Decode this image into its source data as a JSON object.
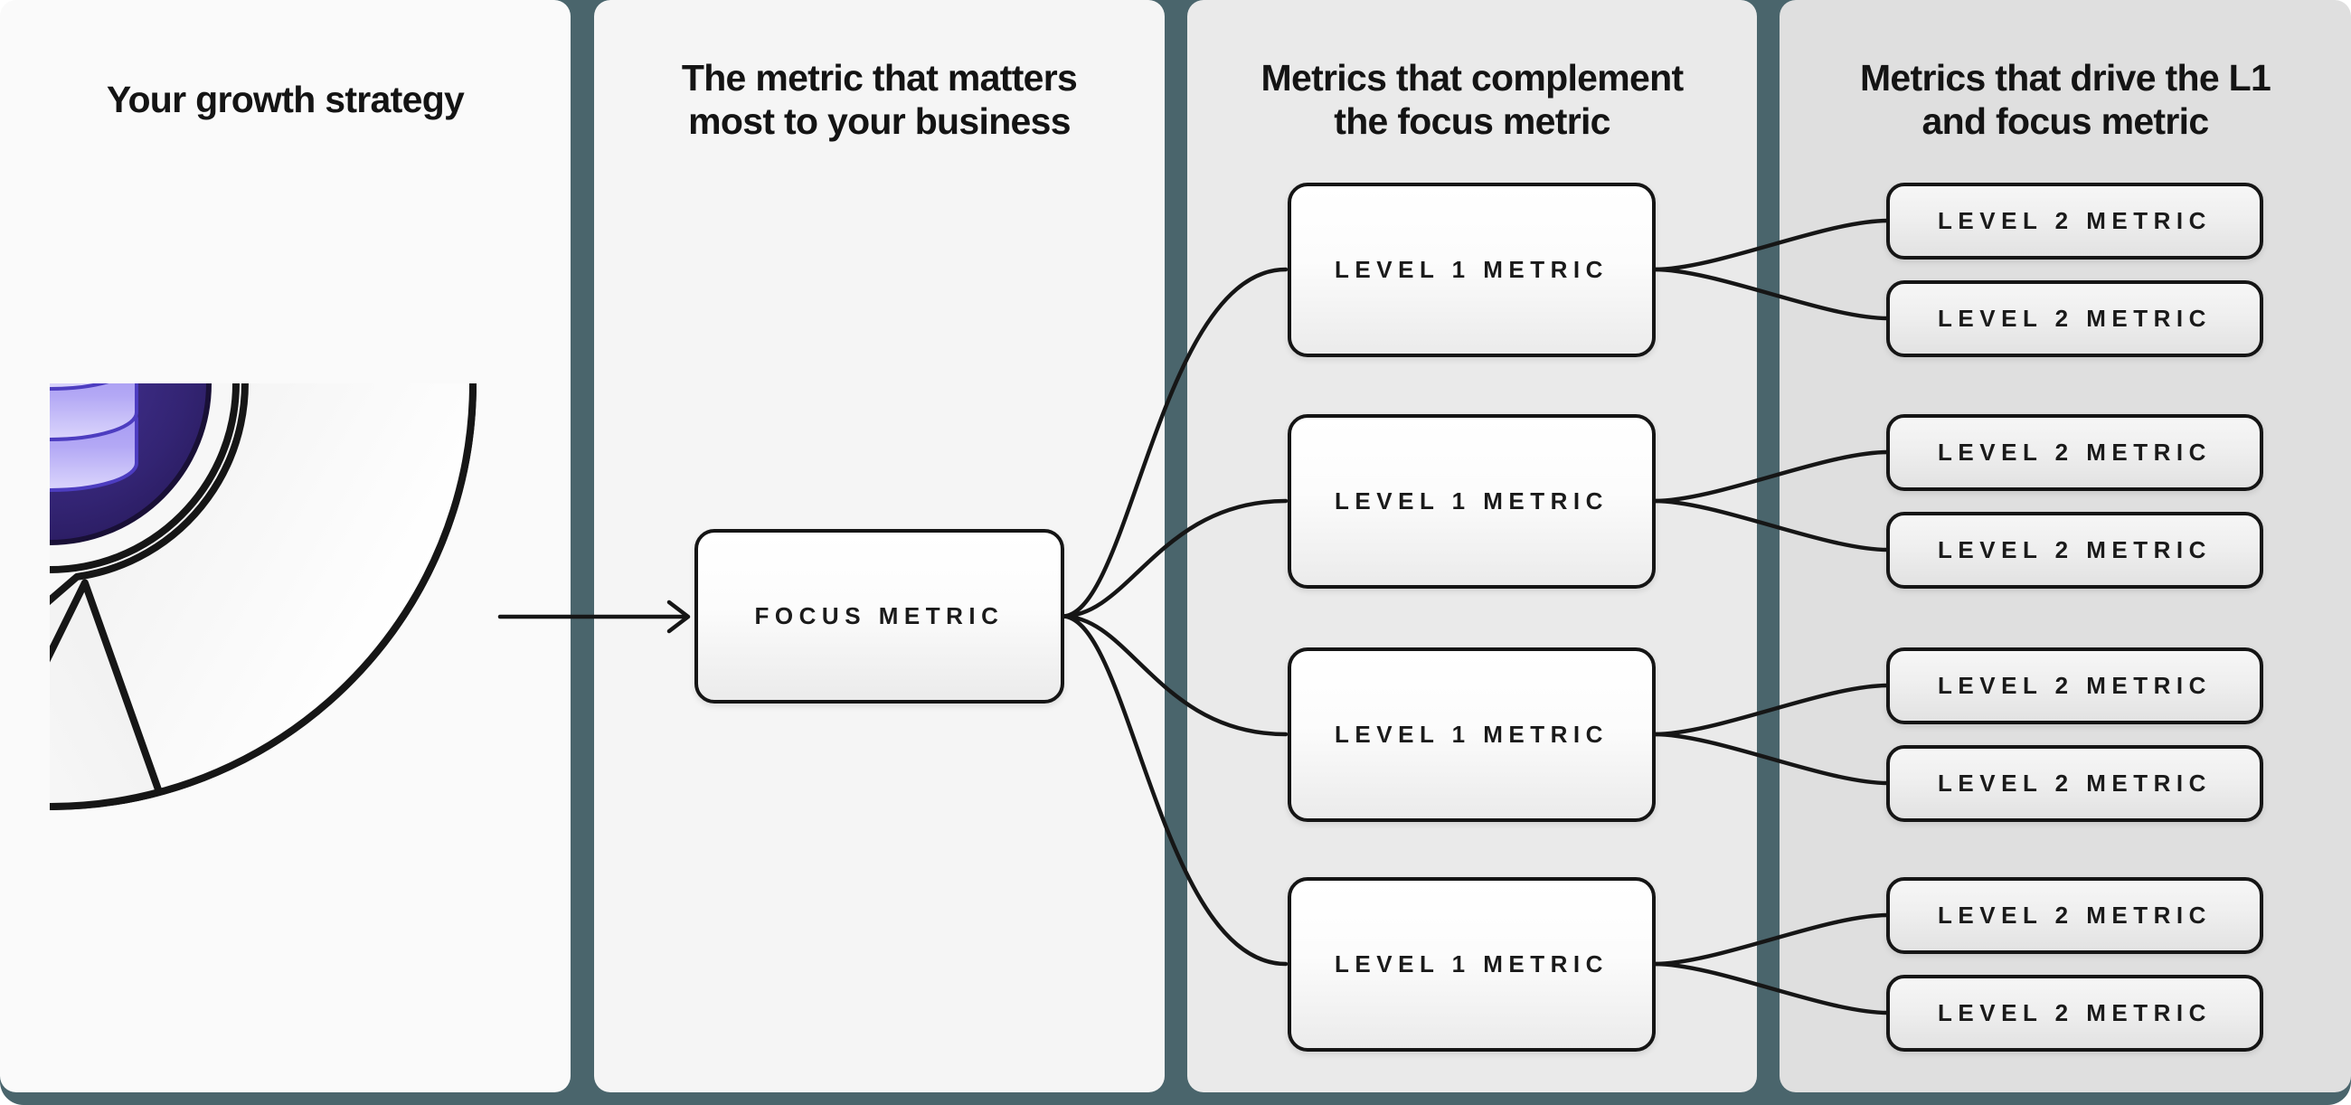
{
  "app": {
    "type": "diagram",
    "description": "Growth strategy metrics hierarchy diagram"
  },
  "colors": {
    "page": "#ffffff",
    "background": "#4a656c",
    "panel_1": "#fafafa",
    "panel_2": "#f5f5f5",
    "panel_3": "#eaeaea",
    "panel_4": "#dfdfdf",
    "title_text": "#141414",
    "label_text": "#1a1a1a",
    "node_border": "#151515",
    "connector": "#161616",
    "flywheel_fill": "#fbfbfb",
    "core_purple_edge": "#281a5c",
    "core_purple_center": "#47349a",
    "db_body_top": "#9c8ff1",
    "db_body_bottom": "#dbd6fc",
    "db_opening": "#5e4ed9",
    "db_rim": "#c9c3f9"
  },
  "columns": [
    {
      "title": "Your growth strategy"
    },
    {
      "title": "The metric that matters\nmost to your business"
    },
    {
      "title": "Metrics that complement\nthe focus metric"
    },
    {
      "title": "Metrics that drive the L1\nand focus metric"
    }
  ],
  "flywheel": {
    "icon": "database-flywheel-icon"
  },
  "focus_node": {
    "label": "FOCUS METRIC"
  },
  "level1_nodes": [
    {
      "label": "LEVEL 1 METRIC"
    },
    {
      "label": "LEVEL 1 METRIC"
    },
    {
      "label": "LEVEL 1 METRIC"
    },
    {
      "label": "LEVEL 1 METRIC"
    }
  ],
  "level2_nodes": [
    {
      "label": "LEVEL 2 METRIC"
    },
    {
      "label": "LEVEL 2 METRIC"
    },
    {
      "label": "LEVEL 2 METRIC"
    },
    {
      "label": "LEVEL 2 METRIC"
    },
    {
      "label": "LEVEL 2 METRIC"
    },
    {
      "label": "LEVEL 2 METRIC"
    },
    {
      "label": "LEVEL 2 METRIC"
    },
    {
      "label": "LEVEL 2 METRIC"
    }
  ],
  "structure": {
    "level2_per_level1": 2
  }
}
